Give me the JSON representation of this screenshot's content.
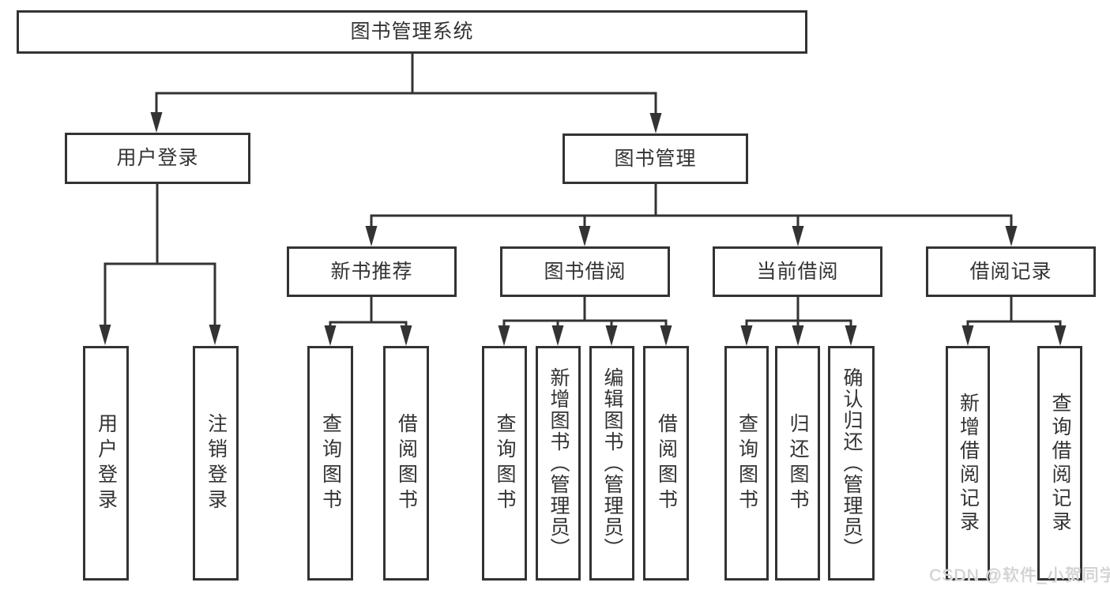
{
  "diagram": {
    "tree": {
      "label": "图书管理系统",
      "children": [
        {
          "label": "用户登录",
          "children": [
            {
              "label": "用户登录"
            },
            {
              "label": "注销登录"
            }
          ]
        },
        {
          "label": "图书管理",
          "children": [
            {
              "label": "新书推荐",
              "children": [
                {
                  "label": "查询图书"
                },
                {
                  "label": "借阅图书"
                }
              ]
            },
            {
              "label": "图书借阅",
              "children": [
                {
                  "label": "查询图书"
                },
                {
                  "label": "新增图书（管理员）"
                },
                {
                  "label": "编辑图书（管理员）"
                },
                {
                  "label": "借阅图书"
                }
              ]
            },
            {
              "label": "当前借阅",
              "children": [
                {
                  "label": "查询图书"
                },
                {
                  "label": "归还图书"
                },
                {
                  "label": "确认归还（管理员）"
                }
              ]
            },
            {
              "label": "借阅记录",
              "children": [
                {
                  "label": "新增借阅记录"
                },
                {
                  "label": "查询借阅记录"
                }
              ]
            }
          ]
        }
      ]
    },
    "watermark": {
      "text": "CSDN @软件_小贺同学"
    },
    "colors": {
      "line": "#333333",
      "text": "#333333",
      "box_background": "#ffffff",
      "page_background": "#ffffff",
      "watermark": "#cfcfcf"
    }
  }
}
